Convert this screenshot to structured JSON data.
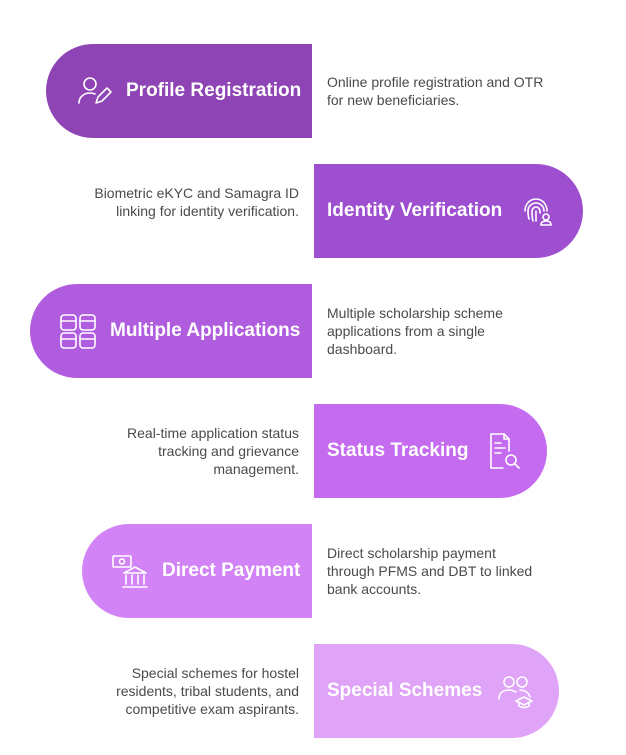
{
  "steps": [
    {
      "title": "Profile Registration",
      "description": "Online profile registration and OTR for new beneficiaries.",
      "icon": "user-edit-icon",
      "color": "#8e44b5"
    },
    {
      "title": "Identity Verification",
      "description": "Biometric eKYC and Samagra ID linking for identity verification.",
      "icon": "fingerprint-user-icon",
      "color": "#9e4fd0"
    },
    {
      "title": "Multiple Applications",
      "description": "Multiple scholarship scheme applications from a single dashboard.",
      "icon": "grid-apps-icon",
      "color": "#b05cdf"
    },
    {
      "title": "Status Tracking",
      "description": "Real-time application status tracking and grievance management.",
      "icon": "document-search-icon",
      "color": "#c56bf0"
    },
    {
      "title": "Direct Payment",
      "description": "Direct scholarship payment through PFMS and DBT to linked bank accounts.",
      "icon": "bank-payment-icon",
      "color": "#d283f5"
    },
    {
      "title": "Special Schemes",
      "description": "Special schemes for hostel residents, tribal students, and competitive exam aspirants.",
      "icon": "students-graduation-icon",
      "color": "#dfa3f7"
    }
  ]
}
